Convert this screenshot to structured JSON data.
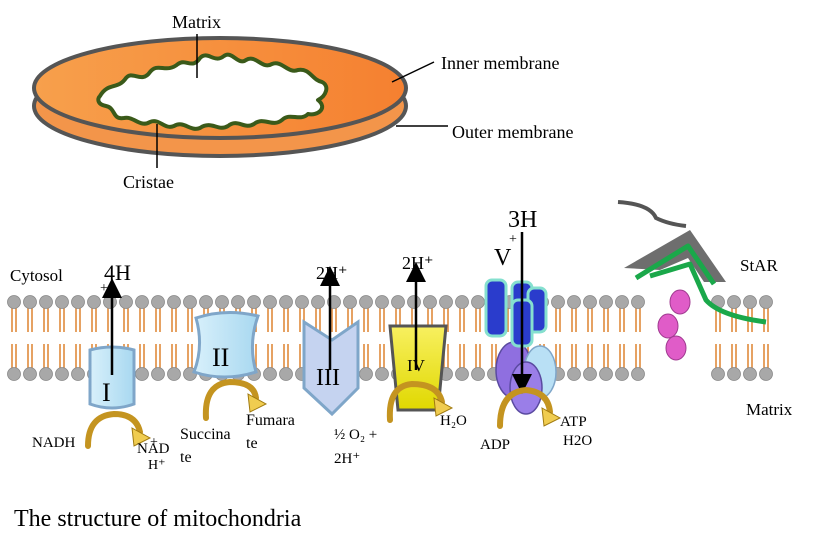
{
  "labels": {
    "matrix_top": "Matrix",
    "inner_membrane": "Inner membrane",
    "outer_membrane": "Outer membrane",
    "cristae": "Cristae",
    "cytosol": "Cytosol",
    "matrix_right": "Matrix",
    "star": "StAR",
    "complex_I": "I",
    "complex_II": "II",
    "complex_III": "III",
    "complex_IV": "IV",
    "complex_V": "V",
    "proton_I": "4H",
    "proton_I_plus": "+",
    "proton_III": "2H⁺",
    "proton_IV": "2H⁺",
    "proton_V": "3H",
    "proton_V_plus": "+",
    "nadh": "NADH",
    "nad": "NAD",
    "nad_plus": "+",
    "nad_h": "H⁺",
    "succinate_1": "Succina",
    "succinate_2": "te",
    "fumarate_1": "Fumara",
    "fumarate_2": "te",
    "half_o2": "½ O₂  +",
    "two_h": "2H⁺",
    "h2o_iv": "H₂O",
    "adp": "ADP",
    "atp": "ATP",
    "h2o_v": "H2O",
    "caption": "The structure of mitochondria"
  },
  "colors": {
    "mito_orange": "#F7A44E",
    "mito_edge": "#555555",
    "cristae_green": "#3a5a1a",
    "lipid_head": "#a8a8a8",
    "lipid_tail": "#e08a3c",
    "complex_blue": "#bde3f5",
    "complex_edge": "#7fa6c9",
    "complex_iii": "#c5d3f0",
    "complex_iv": "#f2ea10",
    "atp_dark": "#2a3ccc",
    "atp_purple": "#9a7ee8",
    "star_green": "#1aa84a",
    "star_pink": "#e05cc8",
    "arrow_gold": "#d9a830"
  }
}
